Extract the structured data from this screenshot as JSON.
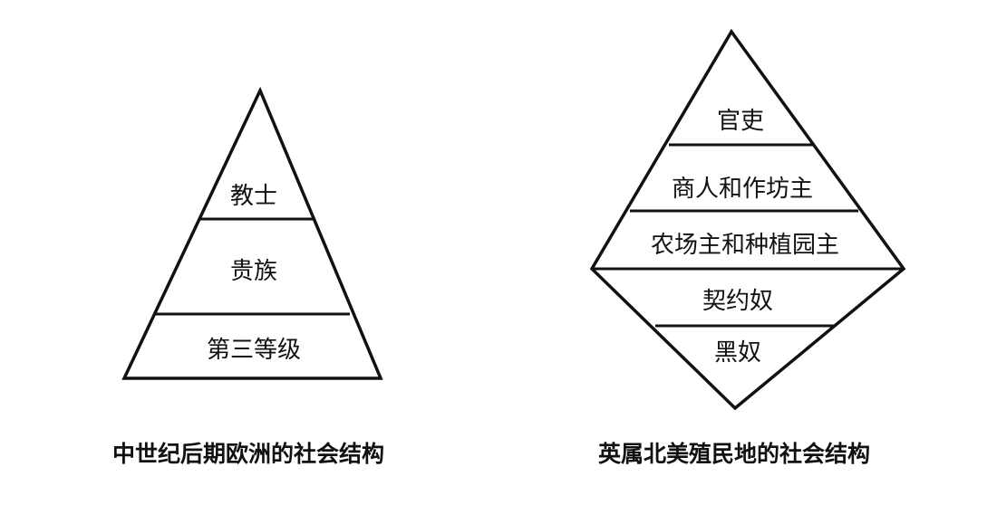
{
  "diagrams": [
    {
      "caption": "中世纪后期欧洲的社会结构",
      "layers": [
        "教士",
        "贵族",
        "第三等级"
      ]
    },
    {
      "caption": "英属北美殖民地的社会结构",
      "layers": [
        "官吏",
        "商人和作坊主",
        "农场主和种植园主",
        "契约奴",
        "黑奴"
      ]
    }
  ]
}
